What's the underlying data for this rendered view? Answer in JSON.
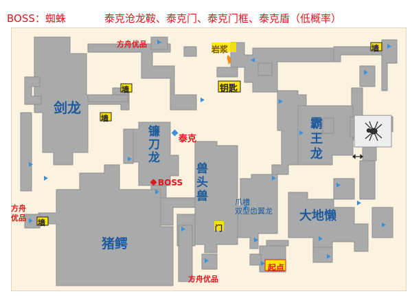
{
  "header": {
    "boss": "BOSS：蜘蛛",
    "drops": "泰克沧龙鞍、泰克门、泰克门框、泰克盾（低概率）"
  },
  "areas": {
    "jianlong": "剑龙",
    "lianchilong": "镰刀龙",
    "shoutoushou": "兽头兽",
    "bawanglong": "霸王龙",
    "zhuye": "猪鳄",
    "dadilan": "大地懒",
    "jiaochilong": "爪槽\n双型齿翼龙"
  },
  "markers": {
    "wall": "墙",
    "yanjiang": "岩浆",
    "yaoshi": "钥匙",
    "taike": "泰克",
    "boss": "BOSS",
    "fangzhou": "方舟优品",
    "fangzhou_vertical": "方舟\n优品",
    "men": "门",
    "qidian": "起点"
  },
  "colors": {
    "title_red": "#e0181e",
    "area_blue": "#1e5a9c",
    "wall_yellow": "#ffe600",
    "map_bg": "#fbf3df",
    "corridor_gray": "#a8aaac",
    "arrow_blue": "#3d8fd6"
  },
  "icons": [
    "spider-icon",
    "arrow-icon",
    "flame-icon",
    "double-arrow-icon"
  ]
}
